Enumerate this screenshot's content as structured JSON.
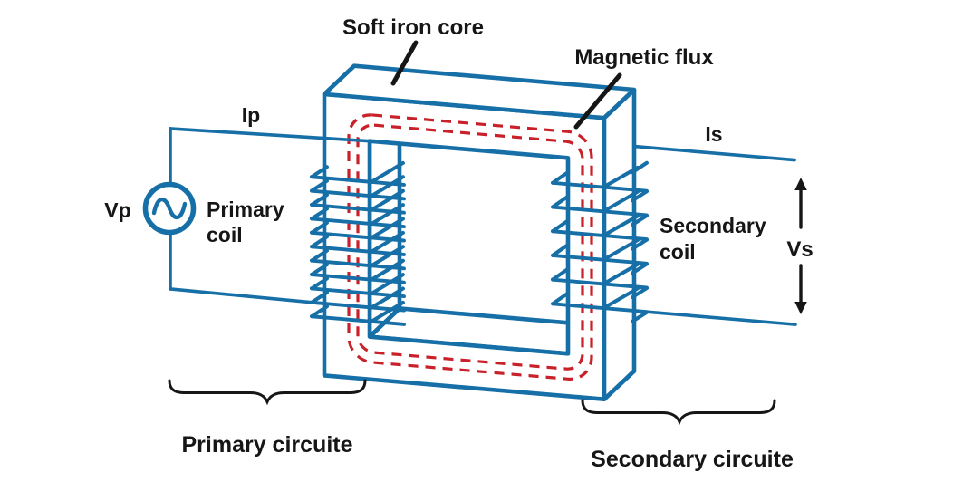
{
  "labels": {
    "soft_iron_core": "Soft iron core",
    "magnetic_flux": "Magnetic flux",
    "primary_current": "Ip",
    "secondary_current": "Is",
    "primary_voltage": "Vp",
    "secondary_voltage": "Vs",
    "primary_coil_line1": "Primary",
    "primary_coil_line2": "coil",
    "secondary_coil_line1": "Secondary",
    "secondary_coil_line2": "coil",
    "primary_circuit": "Primary circuite",
    "secondary_circuit": "Secondary circuite"
  },
  "coils": {
    "primary_turns": 11,
    "secondary_turns": 6
  },
  "icons": {
    "ac_source": "sine-wave-in-circle",
    "vs_range": "double-headed-vertical-arrow",
    "grouping": "horizontal-curly-brace"
  },
  "colors": {
    "wire_blue": "#166fa7",
    "flux_red": "#c8212a",
    "ink_black": "#161616",
    "background": "#ffffff"
  }
}
